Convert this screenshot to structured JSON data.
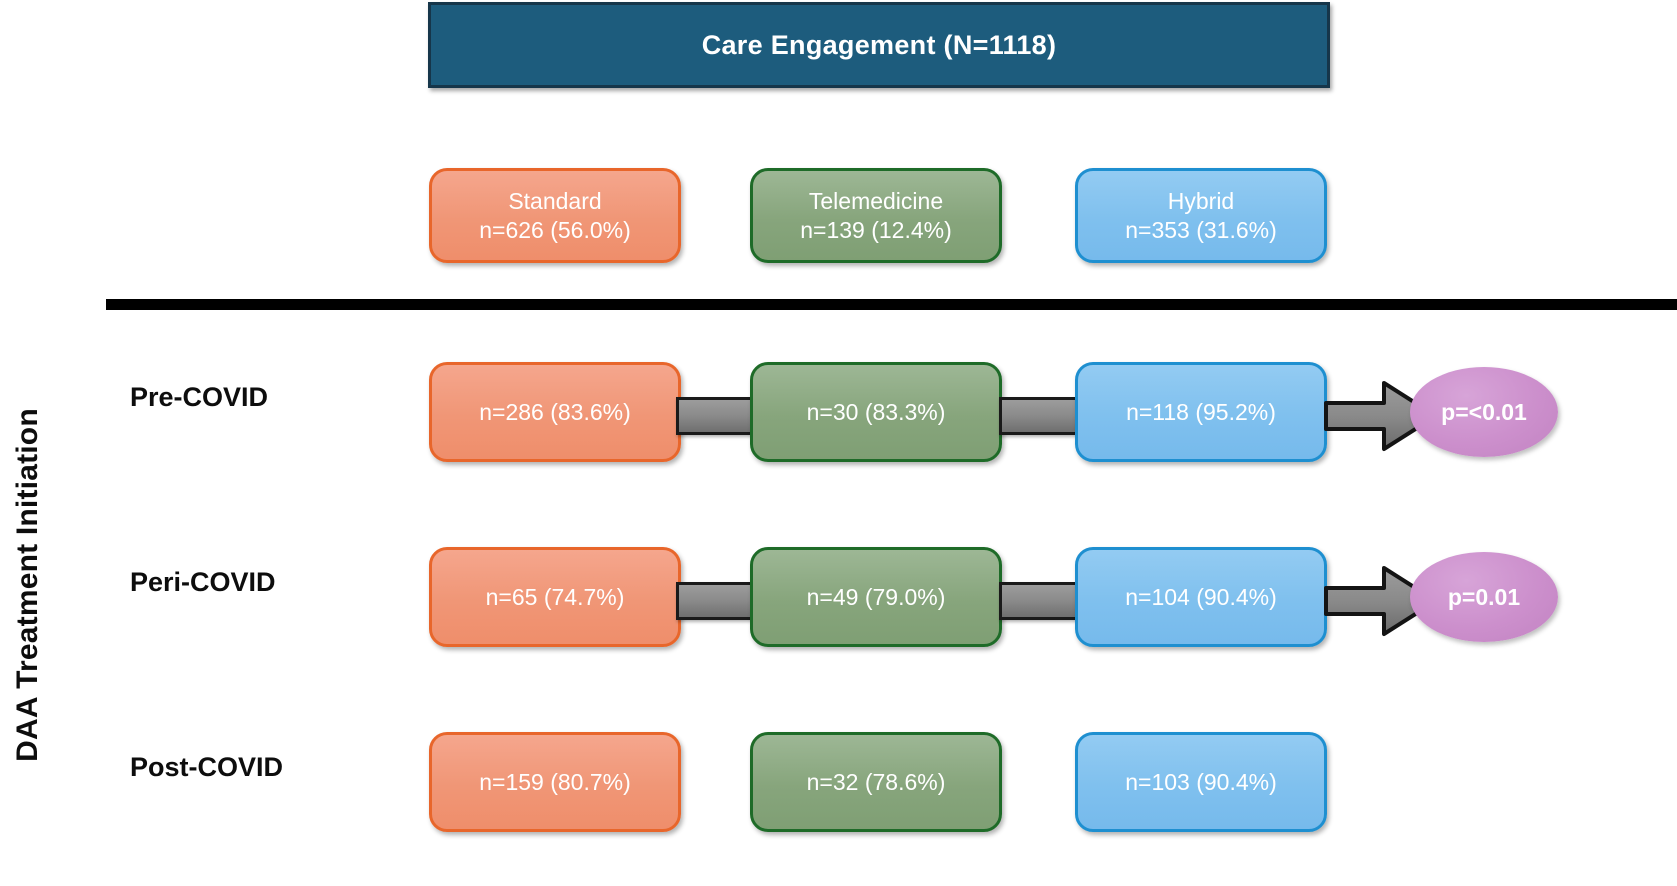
{
  "axis": {
    "vertical_label": "DAA Treatment Initiation"
  },
  "header": {
    "title": "Care Engagement (N=1118)",
    "color": "#1d5c7d"
  },
  "categories": [
    {
      "key": "standard",
      "label": "Standard",
      "value": "n=626 (56.0%)",
      "color": "#EF8E6B",
      "border": "#E8662B"
    },
    {
      "key": "telemedicine",
      "label": "Telemedicine",
      "value": "n=139 (12.4%)",
      "color": "#87A57C",
      "border": "#1E6B28"
    },
    {
      "key": "hybrid",
      "label": "Hybrid",
      "value": "n=353 (31.6%)",
      "color": "#7FC0EE",
      "border": "#1E8FD0"
    }
  ],
  "rows": [
    {
      "key": "pre",
      "label": "Pre-COVID",
      "standard": "n=286 (83.6%)",
      "telemedicine": "n=30 (83.3%)",
      "hybrid": "n=118 (95.2%)",
      "pvalue": "p=<0.01",
      "has_connectors": true,
      "has_pvalue": true
    },
    {
      "key": "peri",
      "label": "Peri-COVID",
      "standard": "n=65 (74.7%)",
      "telemedicine": "n=49 (79.0%)",
      "hybrid": "n=104 (90.4%)",
      "pvalue": "p=0.01",
      "has_connectors": true,
      "has_pvalue": true
    },
    {
      "key": "post",
      "label": "Post-COVID",
      "standard": "n=159 (80.7%)",
      "telemedicine": "n=32 (78.6%)",
      "hybrid": "n=103 (90.4%)",
      "pvalue": "",
      "has_connectors": false,
      "has_pvalue": false
    }
  ],
  "colors": {
    "pvalue_ellipse": "#CC8FCC",
    "connector_gray": "#8A8A8A",
    "divider": "#000000"
  }
}
